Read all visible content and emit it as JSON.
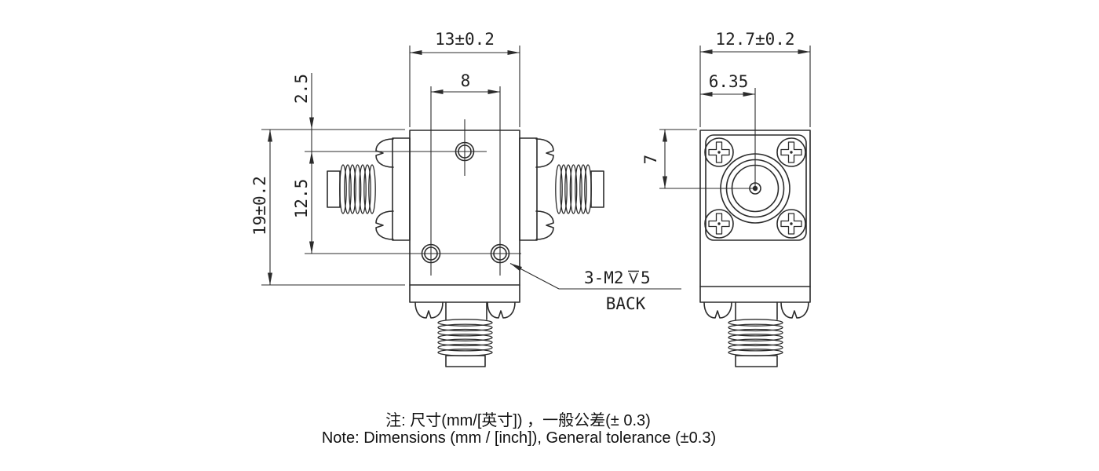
{
  "front_view": {
    "width_dim": "13±0.2",
    "hole_spacing_dim": "8",
    "top_hole_offset_dim": "2.5",
    "hole_row_offset_dim": "12.5",
    "height_dim": "19±0.2",
    "thread_callout_prefix": "3-M2",
    "thread_callout_depth_symbol": "⊽",
    "thread_callout_depth": "5",
    "thread_callout_face": "BACK"
  },
  "side_view": {
    "width_dim": "12.7±0.2",
    "center_offset_dim": "6.35",
    "center_height_dim": "7"
  },
  "notes": {
    "line1": "注: 尺寸(mm/[英寸]) ，一般公差(± 0.3)",
    "line2": "Note: Dimensions (mm / [inch]), General tolerance (±0.3)"
  },
  "colors": {
    "line": "#2b2b2b",
    "background": "#ffffff"
  }
}
